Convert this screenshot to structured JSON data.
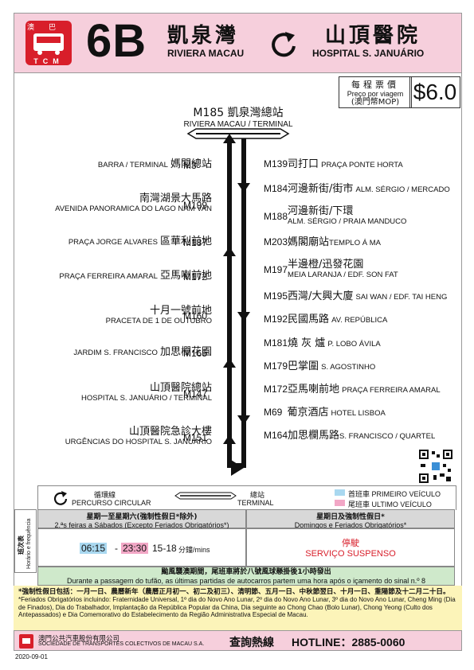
{
  "header": {
    "logo_text": "澳巴",
    "logo_sub": "TCM",
    "route_number": "6B",
    "origin_zh": "凱泉灣",
    "origin_pt": "RIVIERA MACAU",
    "destination_zh": "山頂醫院",
    "destination_pt": "HOSPITAL  S. JANUÁRIO"
  },
  "fare": {
    "label_zh": "每程票價",
    "label_pt": "Preço por viagem",
    "currency": "(澳門幣MOP)",
    "value": "$6.0"
  },
  "terminal": {
    "code_zh": "M185 凱泉灣總站",
    "pt": "RIVIERA MACAU / TERMINAL"
  },
  "left_stops": [
    {
      "code": "M3",
      "zh": "媽閣總站",
      "pt": "BARRA / TERMINAL",
      "layout": "inline"
    },
    {
      "code": "M199",
      "zh": "南灣湖景大馬路",
      "pt": "AVENIDA PANORAMICA DO LAGO NAM VAN",
      "layout": "stack"
    },
    {
      "code": "M187",
      "zh": "區華利前地",
      "pt": "PRAÇA JORGE ALVARES",
      "layout": "inline"
    },
    {
      "code": "M172",
      "zh": "亞馬喇前地",
      "pt": "PRAÇA FERREIRA AMARAL",
      "layout": "inline"
    },
    {
      "code": "M160",
      "zh": "十月一號前地",
      "pt": "PRACETA DE 1 DE OUTUBRO",
      "layout": "stack"
    },
    {
      "code": "M165",
      "zh": "加思欄花園",
      "pt": "JARDIM S. FRANCISCO",
      "layout": "inline"
    },
    {
      "code": "M147",
      "zh": "山頂醫院總站",
      "pt": "HOSPITAL S. JANUÁRIO / TERMINAL",
      "layout": "stack"
    },
    {
      "code": "M151",
      "zh": "山頂醫院急診大樓",
      "pt": "URGÊNCIAS DO HOSPITAL S. JANUÁRIO",
      "layout": "stack"
    }
  ],
  "right_stops": [
    {
      "code": "M139",
      "zh": "司打口",
      "pt": "PRAÇA PONTE HORTA",
      "layout": "inline"
    },
    {
      "code": "M184",
      "zh": "河邊新街/街市",
      "pt": "ALM. SÉRGIO / MERCADO",
      "layout": "inline"
    },
    {
      "code": "M188",
      "zh": "河邊新街/下環",
      "pt": "ALM. SÉRGIO / PRAIA MANDUCO",
      "layout": "stack"
    },
    {
      "code": "M203",
      "zh": "媽閣廟站",
      "pt": "TEMPLO Á MA",
      "layout": "inline"
    },
    {
      "code": "M197",
      "zh": "半邊橙/迅發花園",
      "pt": "MEIA LARANJA / EDF. SON FAT",
      "layout": "stack"
    },
    {
      "code": "M195",
      "zh": "西灣/大興大廈",
      "pt": "SAI WAN / EDF. TAI HENG",
      "layout": "inline"
    },
    {
      "code": "M192",
      "zh": "民國馬路",
      "pt": "AV. REPÚBLICA",
      "layout": "inline"
    },
    {
      "code": "M181",
      "zh": "燒 灰 爐",
      "pt": "P. LOBO ÁVILA",
      "layout": "inline"
    },
    {
      "code": "M179",
      "zh": "巴掌圍",
      "pt": "S. AGOSTINHO",
      "layout": "inline"
    },
    {
      "code": "M172",
      "zh": "亞馬喇前地",
      "pt": "PRAÇA FERREIRA AMARAL",
      "layout": "inline"
    },
    {
      "code": "M69",
      "zh": "葡京酒店",
      "pt": "HOTEL LISBOA",
      "layout": "inline"
    },
    {
      "code": "M164",
      "zh": "加思欄馬路",
      "pt": "S. FRANCISCO / QUARTEL",
      "layout": "inline"
    }
  ],
  "legend": {
    "circular_zh": "循環線",
    "circular_pt": "PERCURSO CIRCULAR",
    "terminal_zh": "總站",
    "terminal_pt": "TERMINAL",
    "first_label": "首班車 PRIMEIRO VEÍCULO",
    "last_label": "尾班車 ULTIMO VEÍCULO",
    "first_color": "#a9d8f0",
    "last_color": "#f2a7c6"
  },
  "schedule": {
    "side_zh": "班次表",
    "side_pt": "Horário e frequência",
    "weekday_zh": "星期一至星期六(強制性假日*除外)",
    "weekday_pt": "2.ªs feiras a Sábados (Excepto Feriados Obrigatórios*)",
    "holiday_zh": "星期日及強制性假日*",
    "holiday_pt": "Domingos e Feriados Obrigatórios*",
    "first_time": "06:15",
    "last_time": "23:30",
    "frequency": "15-18",
    "freq_unit": "分鐘/mins",
    "suspended_zh": "停駛",
    "suspended_pt": "SERVIÇO SUSPENSO"
  },
  "typhoon_note": {
    "zh": "颱風襲澳期間，尾班車將於八號風球懸掛後1小時發出",
    "pt": "Durante a passagem do tufão, as últimas partidas de autocarros partem uma hora após o içamento do sinal n.º 8"
  },
  "holiday_notes": {
    "zh": "*強制性假日包括：一月一日、農曆新年（農曆正月初一、初二及初三）、清明節、五月一日、中秋節翌日、十月一日、重陽節及十二月二十日。",
    "pt": "*Feriados Obrigatórios incluindo: Fraternidade Universal, 1º dia do Novo Ano Lunar, 2º dia do Novo Ano Lunar, 3º dia do Novo Ano Lunar, Cheng Ming (Dia de Finados), Dia do Trabalhador, Implantação da República Popular da China, Dia seguinte ao Chong Chao (Bolo Lunar), Chong Yeong (Culto dos Antepassados) e Dia Comemorativo do Estabelecimento da Região Administrativa Especial de Macau."
  },
  "footer": {
    "company_zh": "澳門公共汽車股份有限公司",
    "company_pt": "SOCIEDADE DE TRANSPORTES COLECTIVOS DE MACAU S.A.",
    "hotline_zh": "查詢熱線",
    "hotline": "HOTLINE：2885-0060"
  },
  "date": "2020-09-01",
  "colors": {
    "header_bg": "#f6cfdc",
    "notes_bg": "#fcf4b9",
    "typhoon_bg": "#cfe9cb",
    "logo_red": "#d81e2a"
  }
}
